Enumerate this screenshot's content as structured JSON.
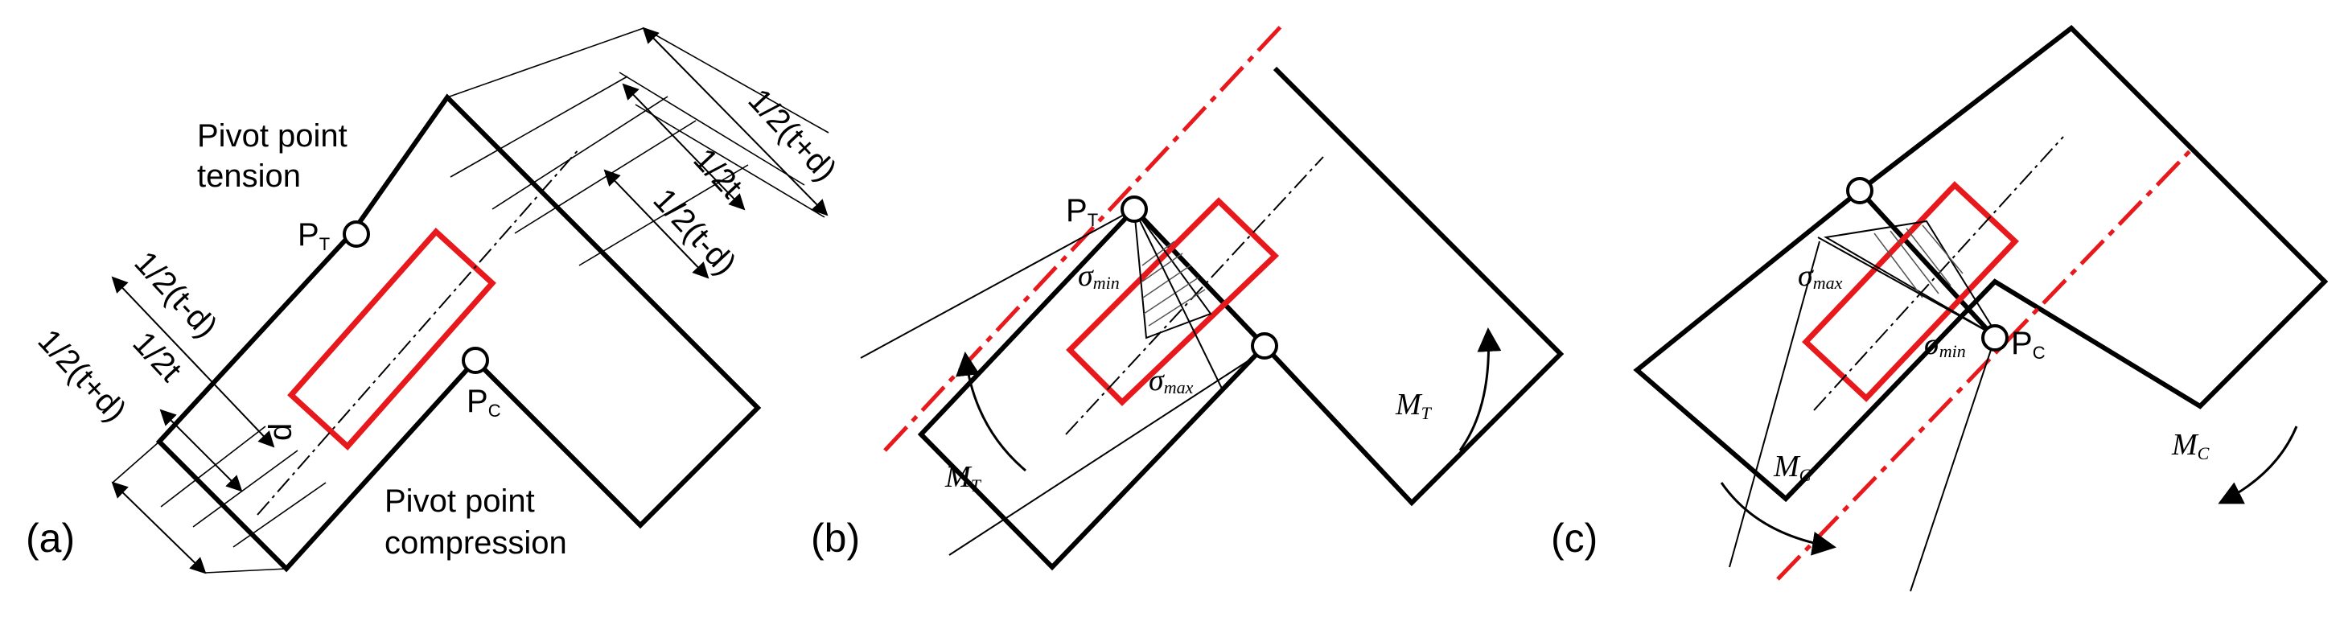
{
  "colors": {
    "outline": "#000000",
    "highlight": "#e8191c",
    "hatch": "#555555"
  },
  "panels": [
    {
      "id": "a",
      "label": "(a)",
      "pivot_tension": [
        "Pivot point",
        "tension"
      ],
      "pivot_compression": [
        "Pivot point",
        "compression"
      ],
      "pt_main": "P",
      "pt_sub": "T",
      "pc_main": "P",
      "pc_sub": "C",
      "d_label": "d",
      "dims_top": [
        "1/2(t+d)",
        "1/2t",
        "1/2(t-d)"
      ],
      "dims_left": [
        "1/2(t-d)",
        "1/2t",
        "1/2(t+d)"
      ]
    },
    {
      "id": "b",
      "label": "(b)",
      "pt_main": "P",
      "pt_sub": "T",
      "sigma_min": "σmin",
      "sigma_max": "σmax",
      "sigma_symbol": "σ",
      "min_sub": "min",
      "max_sub": "max",
      "moment_main": "M",
      "moment_sub": "T"
    },
    {
      "id": "c",
      "label": "(c)",
      "pc_main": "P",
      "pc_sub": "C",
      "sigma_symbol": "σ",
      "min_sub": "min",
      "max_sub": "max",
      "moment_main": "M",
      "moment_sub": "C"
    }
  ]
}
